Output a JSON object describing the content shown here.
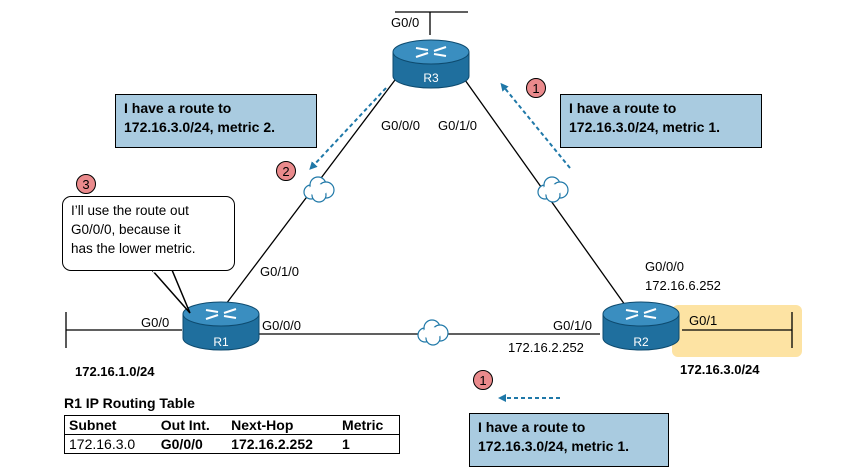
{
  "routers": {
    "r1": {
      "name": "R1"
    },
    "r2": {
      "name": "R2"
    },
    "r3": {
      "name": "R3"
    }
  },
  "interfaces": {
    "r3_lan": "G0/0",
    "r3_left": "G0/0/0",
    "r3_right": "G0/1/0",
    "r1_lan": "G0/0",
    "r1_up": "G0/1/0",
    "r1_right": "G0/0/0",
    "r2_left": "G0/1/0",
    "r2_left_ip": "172.16.2.252",
    "r2_up": "G0/0/0",
    "r2_up_ip": "172.16.6.252",
    "r2_lan": "G0/1"
  },
  "networks": {
    "r1_lan": "172.16.1.0/24",
    "r2_lan": "172.16.3.0/24"
  },
  "steps": {
    "step1_top": "1",
    "step1_bottom": "1",
    "step2": "2",
    "step3": "3"
  },
  "messages": {
    "r3_to_r1": {
      "line1": "I have a route to",
      "line2": "172.16.3.0/24, metric 2."
    },
    "r2_to_r3": {
      "line1": "I have a route to",
      "line2": "172.16.3.0/24, metric 1."
    },
    "r2_to_r1": {
      "line1": "I have a route to",
      "line2": "172.16.3.0/24, metric 1."
    }
  },
  "r1_thought": {
    "line1": "I’ll use the route out",
    "line2": "G0/0/0, because it",
    "line3": "has the lower metric."
  },
  "routing_table": {
    "title": "R1 IP Routing Table",
    "headers": {
      "subnet": "Subnet",
      "out_int": "Out Int.",
      "next_hop": "Next-Hop",
      "metric": "Metric"
    },
    "row": {
      "subnet": "172.16.3.0",
      "out_int": "G0/0/0",
      "next_hop": "172.16.2.252",
      "metric": "1"
    }
  },
  "colors": {
    "router": "#1f6f9e",
    "router_top": "#3a8ec0",
    "message_box": "#a9cbe0",
    "step_badge": "#ea8a8c",
    "arrow": "#1f78a8",
    "highlight": "#fde3a3"
  }
}
